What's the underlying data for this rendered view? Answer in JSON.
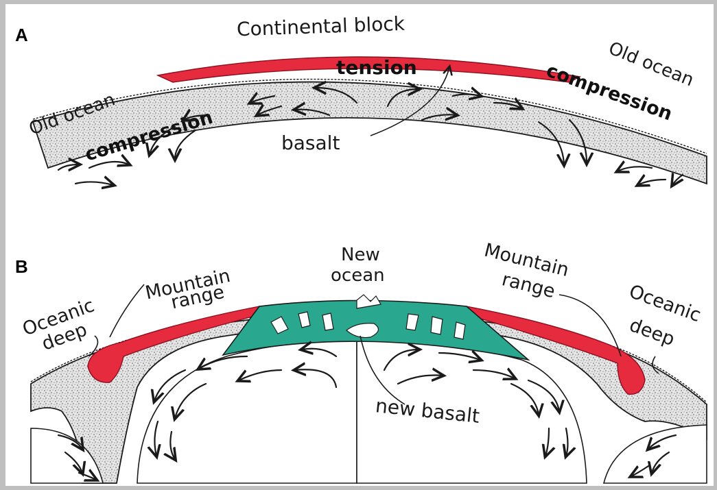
{
  "colors": {
    "background": "#ffffff",
    "frame": "#bfbfbf",
    "continental_crust": "#e52b3d",
    "new_ocean_basalt": "#2aa88f",
    "oceanic_crust": "#d9d9d9",
    "ink": "#1a1a1a"
  },
  "panel_a": {
    "letter": "A",
    "continental_block": "Continental block",
    "old_ocean_left": "Old ocean",
    "old_ocean_right": "Old ocean",
    "tension": "tension",
    "compression_left": "compression",
    "compression_right": "compression",
    "basalt": "basalt"
  },
  "panel_b": {
    "letter": "B",
    "mountain_range_left_line1": "Mountain",
    "mountain_range_left_line2": "range",
    "mountain_range_right_line1": "Mountain",
    "mountain_range_right_line2": "range",
    "new_ocean_line1": "New",
    "new_ocean_line2": "ocean",
    "oceanic_deep_left_line1": "Oceanic",
    "oceanic_deep_left_line2": "deep",
    "oceanic_deep_right_line1": "Oceanic",
    "oceanic_deep_right_line2": "deep",
    "new_basalt": "new basalt"
  }
}
